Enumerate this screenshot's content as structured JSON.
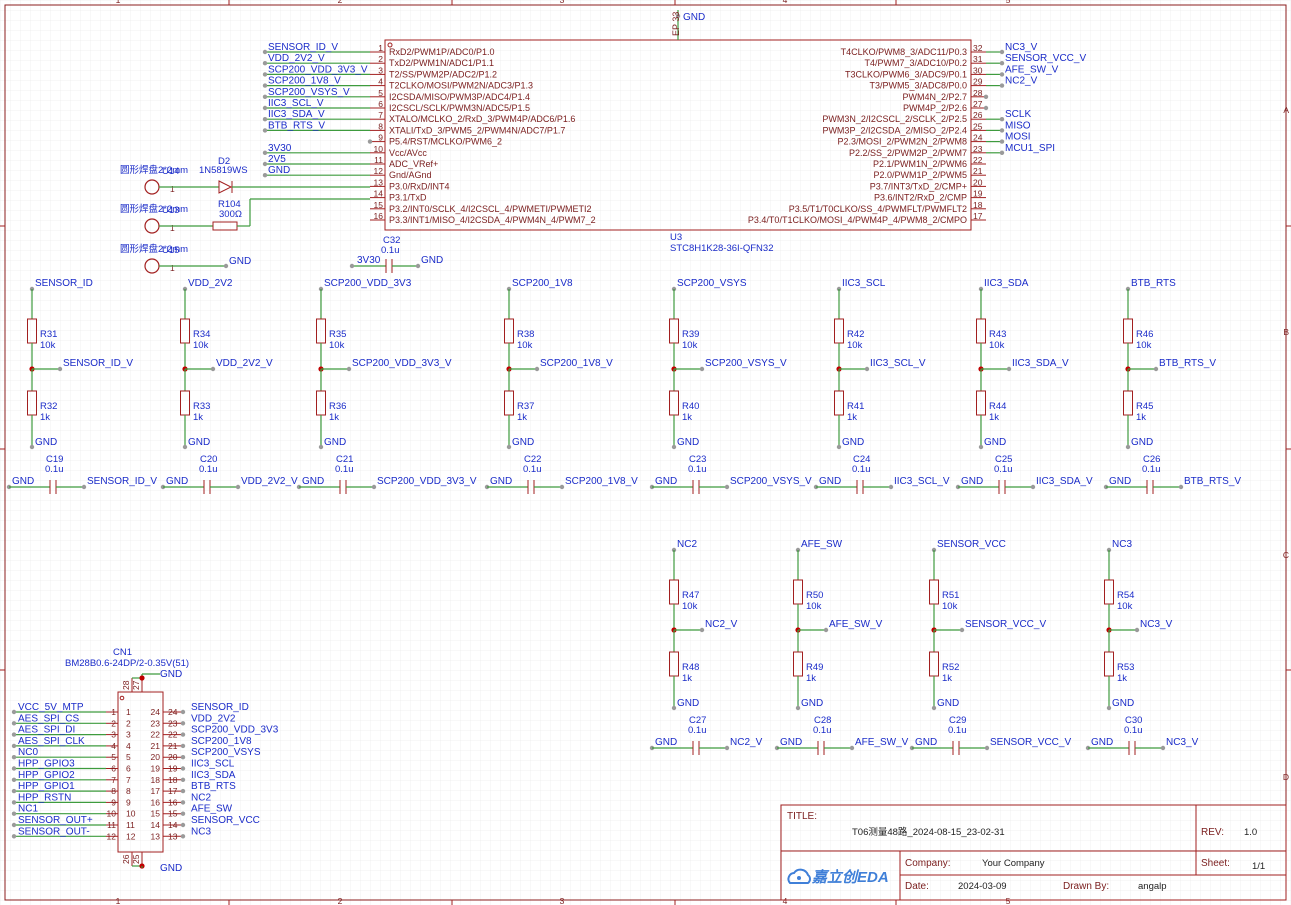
{
  "mcu": {
    "designator": "U3",
    "part": "STC8H1K28-36I-QFN32",
    "ep_label": "EP",
    "ep_pin": "33",
    "ep_net": "GND",
    "left_pins": [
      {
        "num": "1",
        "name": "RxD2/PWM1P/ADC0/P1.0",
        "net": "SENSOR_ID_V"
      },
      {
        "num": "2",
        "name": "TxD2/PWM1N/ADC1/P1.1",
        "net": "VDD_2V2_V"
      },
      {
        "num": "3",
        "name": "T2/SS/PWM2P/ADC2/P1.2",
        "net": "SCP200_VDD_3V3_V"
      },
      {
        "num": "4",
        "name": "T2CLKO/MOSI/PWM2N/ADC3/P1.3",
        "net": "SCP200_1V8_V"
      },
      {
        "num": "5",
        "name": "I2CSDA/MISO/PWM3P/ADC4/P1.4",
        "net": "SCP200_VSYS_V"
      },
      {
        "num": "6",
        "name": "I2CSCL/SCLK/PWM3N/ADC5/P1.5",
        "net": "IIC3_SCL_V"
      },
      {
        "num": "7",
        "name": "XTALO/MCLKO_2/RxD_3/PWM4P/ADC6/P1.6",
        "net": "IIC3_SDA_V"
      },
      {
        "num": "8",
        "name": "XTALI/TxD_3/PWM5_2/PWM4N/ADC7/P1.7",
        "net": "BTB_RTS_V"
      },
      {
        "num": "9",
        "name": "P5.4/RST/MCLKO/PWM6_2",
        "net": ""
      },
      {
        "num": "10",
        "name": "Vcc/AVcc",
        "net": "3V30"
      },
      {
        "num": "11",
        "name": "ADC_VRef+",
        "net": "2V5"
      },
      {
        "num": "12",
        "name": "Gnd/AGnd",
        "net": "GND"
      },
      {
        "num": "13",
        "name": "P3.0/RxD/INT4",
        "net": ""
      },
      {
        "num": "14",
        "name": "P3.1/TxD",
        "net": ""
      },
      {
        "num": "15",
        "name": "P3.2/INT0/SCLK_4/I2CSCL_4/PWMETI/PWMETI2",
        "net": ""
      },
      {
        "num": "16",
        "name": "P3.3/INT1/MISO_4/I2CSDA_4/PWM4N_4/PWM7_2",
        "net": ""
      }
    ],
    "right_pins": [
      {
        "num": "32",
        "name": "T4CLKO/PWM8_3/ADC11/P0.3",
        "net": "NC3_V"
      },
      {
        "num": "31",
        "name": "T4/PWM7_3/ADC10/P0.2",
        "net": "SENSOR_VCC_V"
      },
      {
        "num": "30",
        "name": "T3CLKO/PWM6_3/ADC9/P0.1",
        "net": "AFE_SW_V"
      },
      {
        "num": "29",
        "name": "T3/PWM5_3/ADC8/P0.0",
        "net": "NC2_V"
      },
      {
        "num": "28",
        "name": "PWM4N_2/P2.7",
        "net": ""
      },
      {
        "num": "27",
        "name": "PWM4P_2/P2.6",
        "net": ""
      },
      {
        "num": "26",
        "name": "PWM3N_2/I2CSCL_2/SCLK_2/P2.5",
        "net": "SCLK"
      },
      {
        "num": "25",
        "name": "PWM3P_2/I2CSDA_2/MISO_2/P2.4",
        "net": "MISO"
      },
      {
        "num": "24",
        "name": "P2.3/MOSI_2/PWM2N_2/PWM8",
        "net": "MOSI"
      },
      {
        "num": "23",
        "name": "P2.2/SS_2/PWM2P_2/PWM7",
        "net": "MCU1_SPI"
      },
      {
        "num": "22",
        "name": "P2.1/PWM1N_2/PWM6",
        "net": ""
      },
      {
        "num": "21",
        "name": "P2.0/PWM1P_2/PWM5",
        "net": ""
      },
      {
        "num": "20",
        "name": "P3.7/INT3/TxD_2/CMP+",
        "net": ""
      },
      {
        "num": "19",
        "name": "P3.6/INT2/RxD_2/CMP",
        "net": ""
      },
      {
        "num": "18",
        "name": "P3.5/T1/T0CLKO/SS_4/PWMFLT/PWMFLT2",
        "net": ""
      },
      {
        "num": "17",
        "name": "P3.4/T0/T1CLKO/MOSI_4/PWM4P_4/PWM8_2/CMPO",
        "net": ""
      }
    ]
  },
  "misc": {
    "u14": {
      "des": "U14",
      "val": "圆形焊盘2*2mm",
      "pin": "1"
    },
    "u13": {
      "des": "U13",
      "val": "圆形焊盘2*2mm",
      "pin": "1"
    },
    "u15": {
      "des": "U15",
      "val": "圆形焊盘2*2mm",
      "pin": "1",
      "net": "GND"
    },
    "d2": {
      "des": "D2",
      "val": "1N5819WS"
    },
    "r104": {
      "des": "R104",
      "val": "300Ω"
    },
    "c32": {
      "des": "C32",
      "val": "0.1u",
      "net_left": "3V30",
      "net_right": "GND"
    }
  },
  "dividers_row1": [
    {
      "in": "SENSOR_ID",
      "top": "R31",
      "top_val": "10k",
      "out": "SENSOR_ID_V",
      "bot": "R32",
      "bot_val": "1k",
      "gnd": "GND",
      "cap": "C19",
      "cap_val": "0.1u"
    },
    {
      "in": "VDD_2V2",
      "top": "R34",
      "top_val": "10k",
      "out": "VDD_2V2_V",
      "bot": "R33",
      "bot_val": "1k",
      "gnd": "GND",
      "cap": "C20",
      "cap_val": "0.1u"
    },
    {
      "in": "SCP200_VDD_3V3",
      "top": "R35",
      "top_val": "10k",
      "out": "SCP200_VDD_3V3_V",
      "bot": "R36",
      "bot_val": "1k",
      "gnd": "GND",
      "cap": "C21",
      "cap_val": "0.1u"
    },
    {
      "in": "SCP200_1V8",
      "top": "R38",
      "top_val": "10k",
      "out": "SCP200_1V8_V",
      "bot": "R37",
      "bot_val": "1k",
      "gnd": "GND",
      "cap": "C22",
      "cap_val": "0.1u"
    },
    {
      "in": "SCP200_VSYS",
      "top": "R39",
      "top_val": "10k",
      "out": "SCP200_VSYS_V",
      "bot": "R40",
      "bot_val": "1k",
      "gnd": "GND",
      "cap": "C23",
      "cap_val": "0.1u"
    },
    {
      "in": "IIC3_SCL",
      "top": "R42",
      "top_val": "10k",
      "out": "IIC3_SCL_V",
      "bot": "R41",
      "bot_val": "1k",
      "gnd": "GND",
      "cap": "C24",
      "cap_val": "0.1u"
    },
    {
      "in": "IIC3_SDA",
      "top": "R43",
      "top_val": "10k",
      "out": "IIC3_SDA_V",
      "bot": "R44",
      "bot_val": "1k",
      "gnd": "GND",
      "cap": "C25",
      "cap_val": "0.1u"
    },
    {
      "in": "BTB_RTS",
      "top": "R46",
      "top_val": "10k",
      "out": "BTB_RTS_V",
      "bot": "R45",
      "bot_val": "1k",
      "gnd": "GND",
      "cap": "C26",
      "cap_val": "0.1u"
    }
  ],
  "dividers_row2": [
    {
      "in": "NC2",
      "top": "R47",
      "top_val": "10k",
      "out": "NC2_V",
      "bot": "R48",
      "bot_val": "1k",
      "gnd": "GND",
      "cap": "C27",
      "cap_val": "0.1u"
    },
    {
      "in": "AFE_SW",
      "top": "R50",
      "top_val": "10k",
      "out": "AFE_SW_V",
      "bot": "R49",
      "bot_val": "1k",
      "gnd": "GND",
      "cap": "C28",
      "cap_val": "0.1u"
    },
    {
      "in": "SENSOR_VCC",
      "top": "R51",
      "top_val": "10k",
      "out": "SENSOR_VCC_V",
      "bot": "R52",
      "bot_val": "1k",
      "gnd": "GND",
      "cap": "C29",
      "cap_val": "0.1u"
    },
    {
      "in": "NC3",
      "top": "R54",
      "top_val": "10k",
      "out": "NC3_V",
      "bot": "R53",
      "bot_val": "1k",
      "gnd": "GND",
      "cap": "C30",
      "cap_val": "0.1u"
    }
  ],
  "connector": {
    "des": "CN1",
    "part": "BM28B0.6-24DP/2-0.35V(51)",
    "gnd": "GND",
    "top_pins": [
      "28",
      "27"
    ],
    "bot_pins": [
      "26",
      "25"
    ],
    "left": [
      {
        "num": "1",
        "net": "VCC_5V_MTP"
      },
      {
        "num": "2",
        "net": "AES_SPI_CS"
      },
      {
        "num": "3",
        "net": "AES_SPI_DI"
      },
      {
        "num": "4",
        "net": "AES_SPI_CLK"
      },
      {
        "num": "5",
        "net": "NC0"
      },
      {
        "num": "6",
        "net": "HPP_GPIO3"
      },
      {
        "num": "7",
        "net": "HPP_GPIO2"
      },
      {
        "num": "8",
        "net": "HPP_GPIO1"
      },
      {
        "num": "9",
        "net": "HPP_RSTN"
      },
      {
        "num": "10",
        "net": "NC1"
      },
      {
        "num": "11",
        "net": "SENSOR_OUT+"
      },
      {
        "num": "12",
        "net": "SENSOR_OUT-"
      }
    ],
    "right": [
      {
        "num": "24",
        "net": "SENSOR_ID"
      },
      {
        "num": "23",
        "net": "VDD_2V2"
      },
      {
        "num": "22",
        "net": "SCP200_VDD_3V3"
      },
      {
        "num": "21",
        "net": "SCP200_1V8"
      },
      {
        "num": "20",
        "net": "SCP200_VSYS"
      },
      {
        "num": "19",
        "net": "IIC3_SCL"
      },
      {
        "num": "18",
        "net": "IIC3_SDA"
      },
      {
        "num": "17",
        "net": "BTB_RTS"
      },
      {
        "num": "16",
        "net": "NC2"
      },
      {
        "num": "15",
        "net": "AFE_SW"
      },
      {
        "num": "14",
        "net": "SENSOR_VCC"
      },
      {
        "num": "13",
        "net": "NC3"
      }
    ]
  },
  "border": {
    "cols": [
      "1",
      "2",
      "3",
      "4",
      "5"
    ],
    "rows": [
      "A",
      "B",
      "C",
      "D"
    ]
  },
  "title_block": {
    "title_label": "TITLE:",
    "title": "T06测量48路_2024-08-15_23-02-31",
    "rev_label": "REV:",
    "rev": "1.0",
    "company_label": "Company:",
    "company": "Your Company",
    "sheet_label": "Sheet:",
    "sheet": "1/1",
    "date_label": "Date:",
    "date": "2024-03-09",
    "drawn_label": "Drawn By:",
    "drawn": "angalp",
    "logo_text": "嘉立创EDA"
  }
}
